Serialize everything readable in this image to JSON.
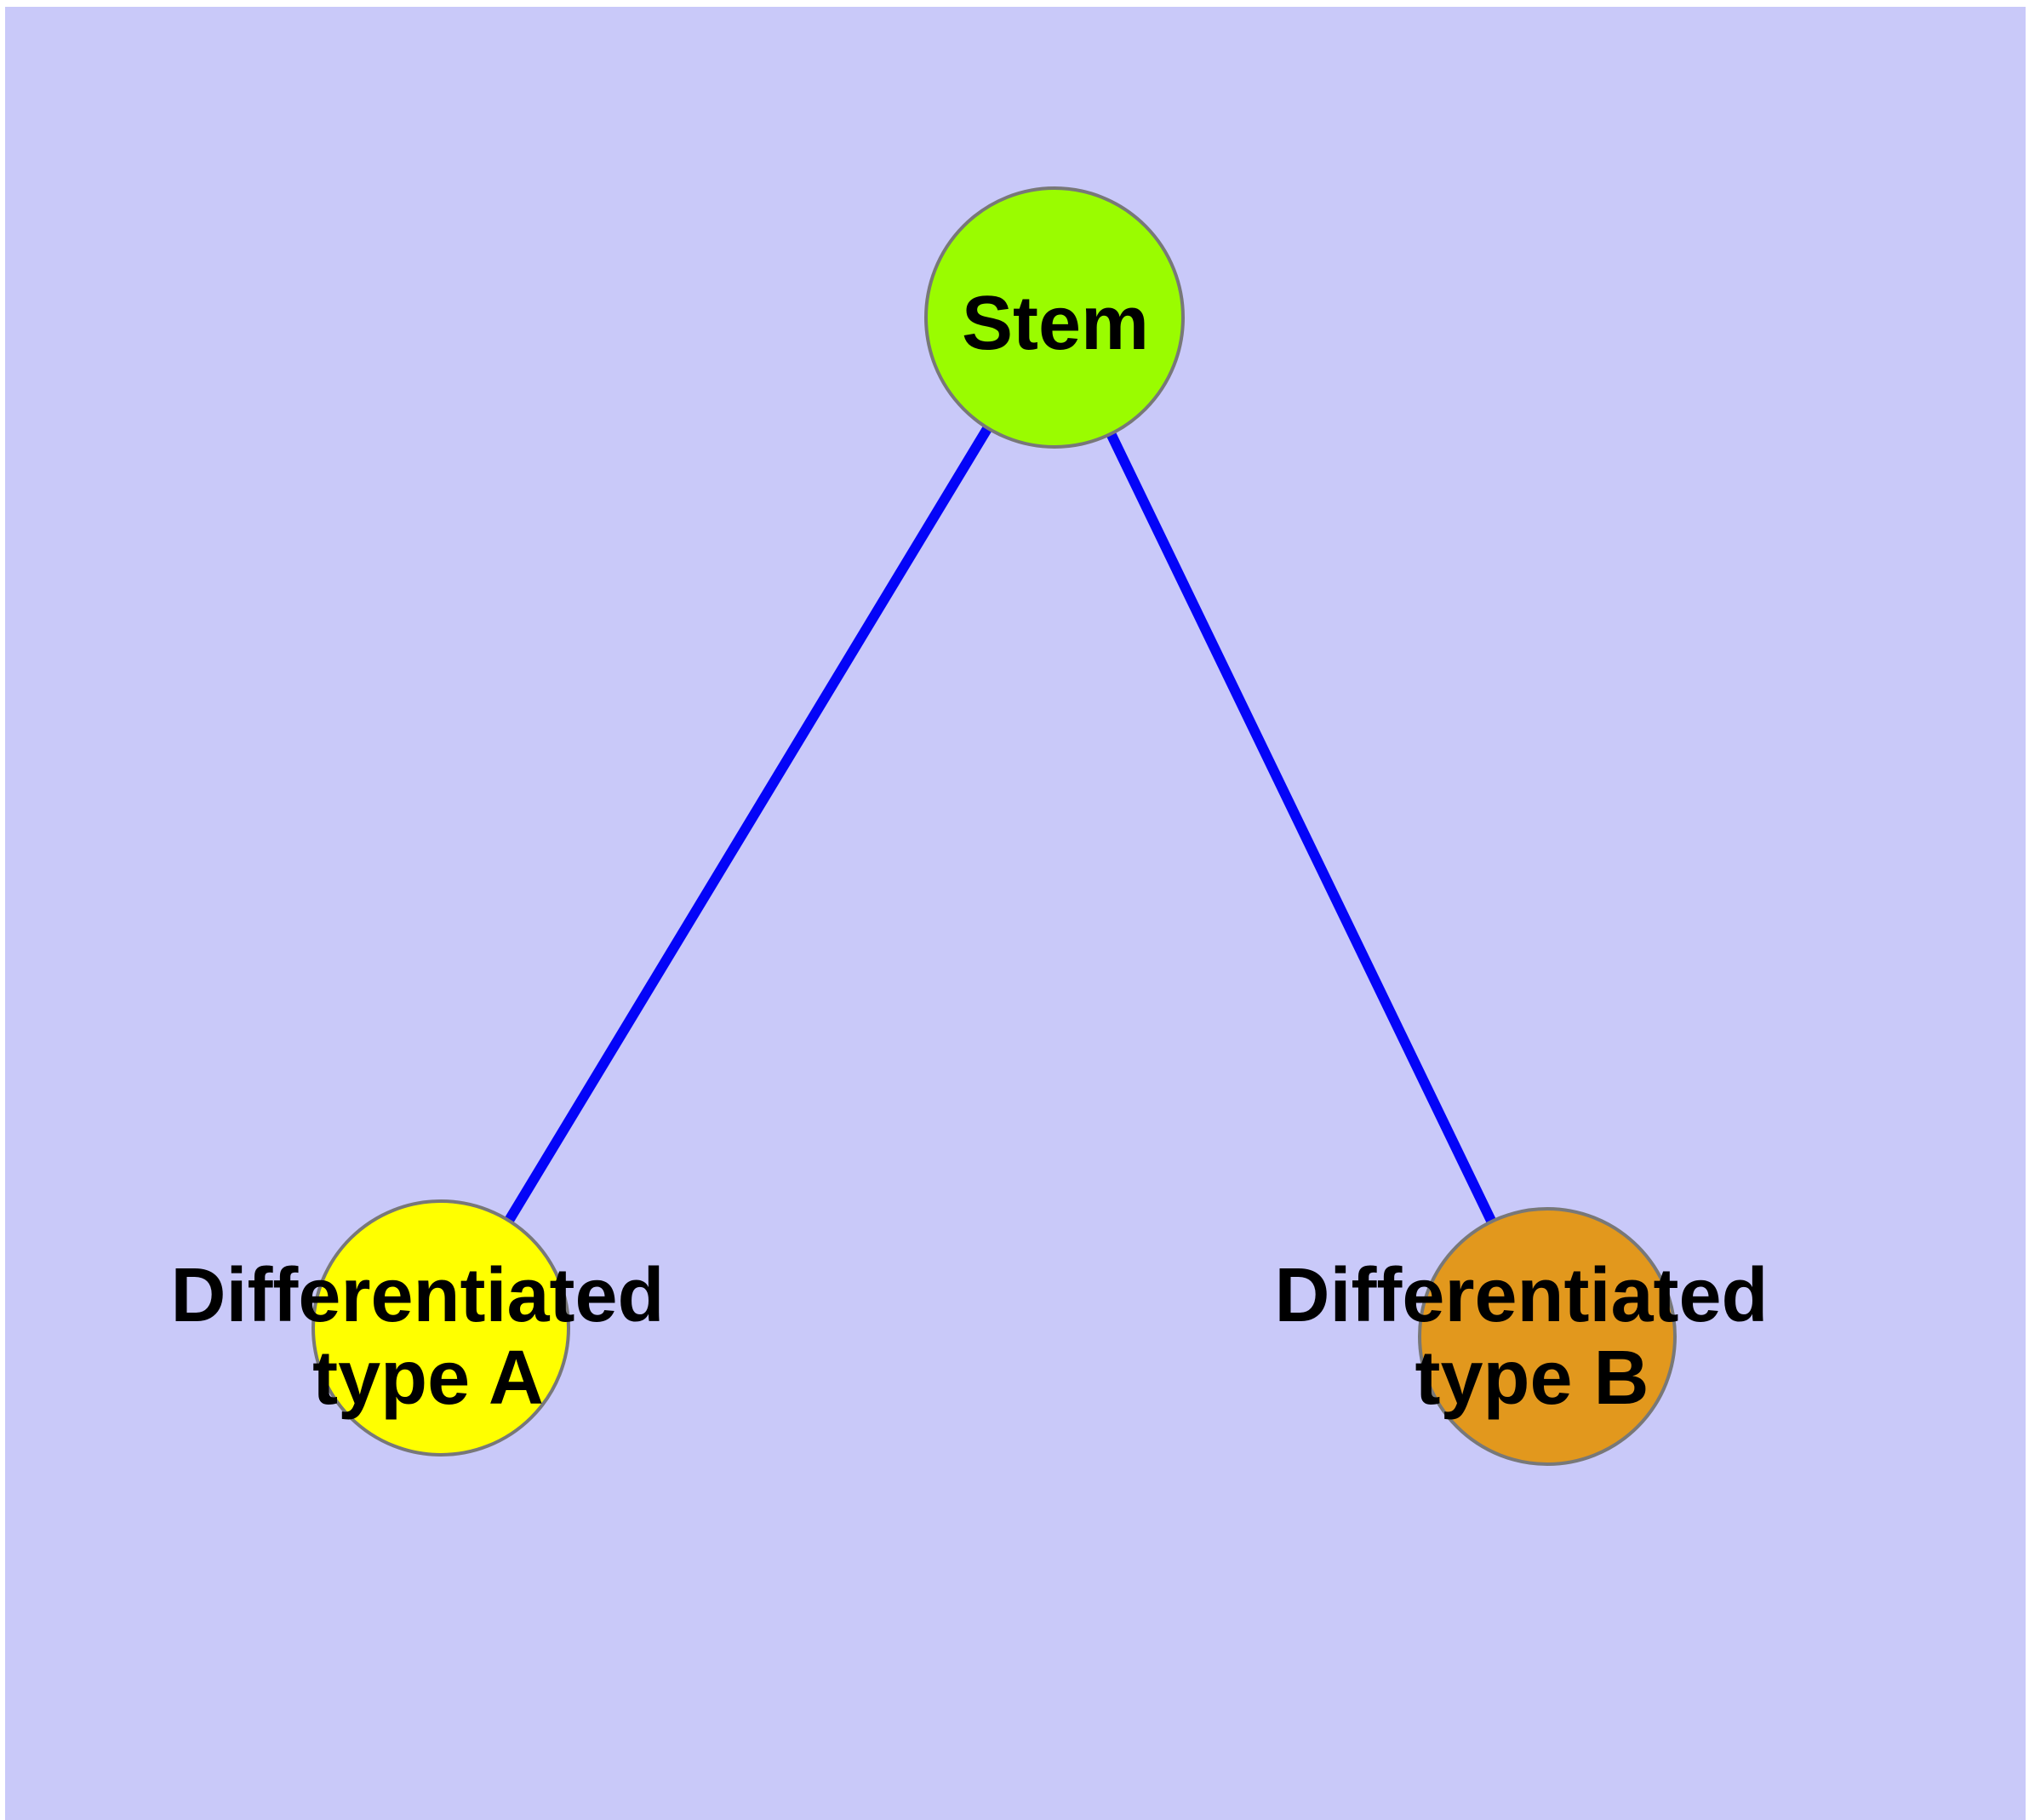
{
  "diagram": {
    "background_color": "#c9c9f9",
    "page_margin_color": "#ffffff",
    "nodes": {
      "stem": {
        "label": "Stem",
        "fill": "#9afc00",
        "border": "#787878"
      },
      "type_a": {
        "label_line1": "Differentiated",
        "label_line2": "type A",
        "label_full": "Differentiated type A",
        "fill": "#ffff00",
        "border": "#787878"
      },
      "type_b": {
        "label_line1": "Differentiated",
        "label_line2": "type B",
        "label_full": "Differentiated type B",
        "fill": "#e2981d",
        "border": "#787878"
      }
    },
    "edges": {
      "color": "#0404f8",
      "items": [
        {
          "from": "Stem",
          "to": "Differentiated type A"
        },
        {
          "from": "Stem",
          "to": "Differentiated type B"
        }
      ]
    }
  }
}
